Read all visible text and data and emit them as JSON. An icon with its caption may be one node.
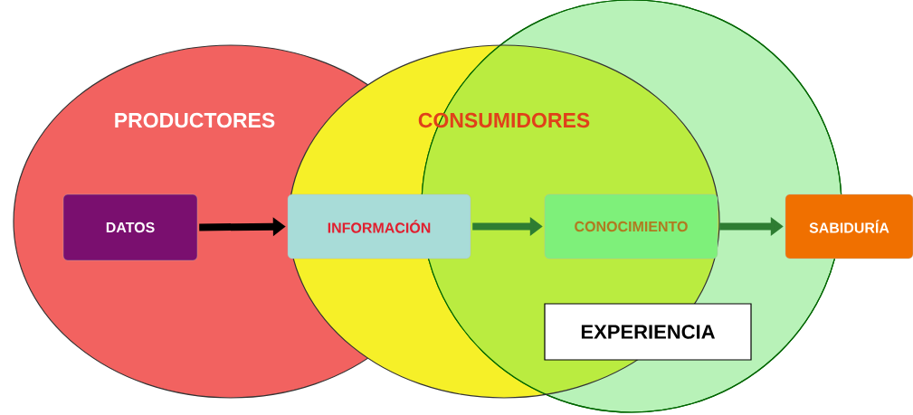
{
  "diagram": {
    "nodes": [
      {
        "text": [
          "PRODUCTORES"
        ]
      },
      {
        "text": [
          "CONSUMIDORES"
        ]
      },
      {
        "text": [],
        "shape": "circle"
      },
      {
        "text": [
          "DATOS"
        ],
        "in": 0
      },
      {
        "text": [
          "INFORMACIÓN"
        ],
        "in": 1
      },
      {
        "text": [
          "CONOCIMIENTO"
        ]
      },
      {
        "text": [
          "SABIDURÍA"
        ]
      },
      {
        "text": [
          "EXPERIENCIA"
        ],
        "in": 2
      }
    ],
    "edges": [
      {
        "from": 3,
        "to": 4,
        "arrow": "to",
        "color": "#000000"
      },
      {
        "from": 4,
        "to": 5,
        "arrow": "to"
      },
      {
        "from": 5,
        "to": 6,
        "arrow": "to"
      }
    ]
  }
}
